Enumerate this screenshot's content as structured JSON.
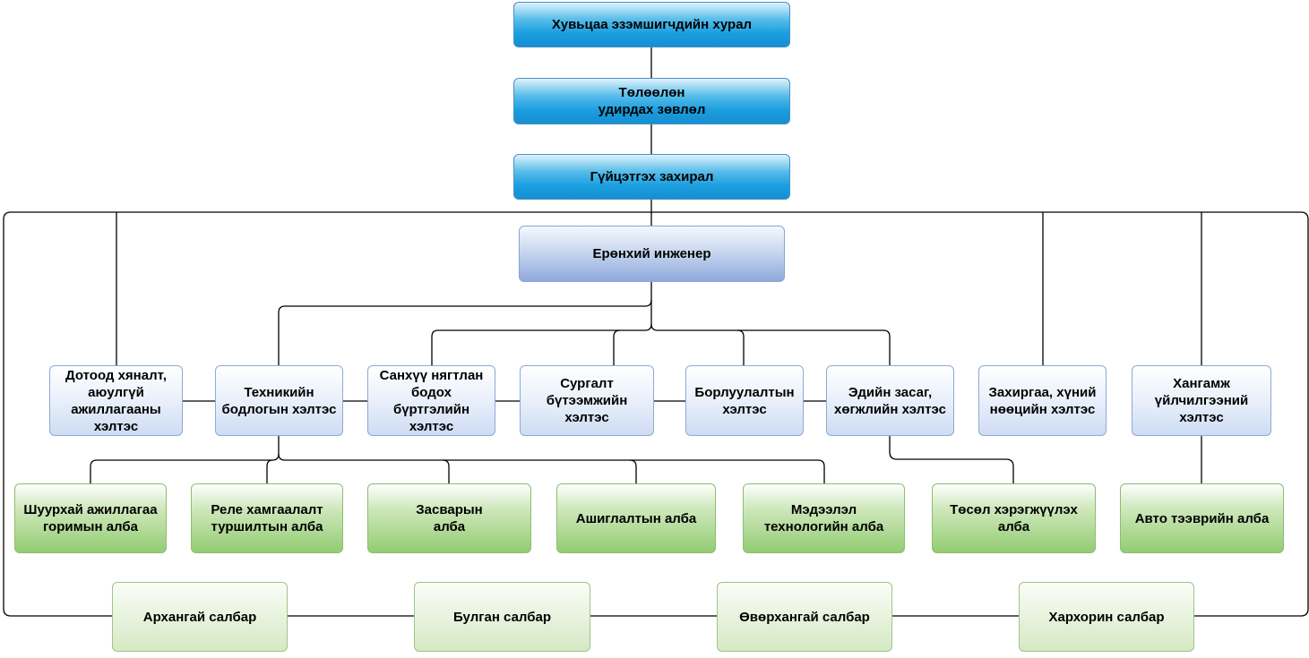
{
  "diagram": {
    "top": {
      "shareholders": "Хувьцаа эзэмшигчдийн хурал",
      "board": "Төлөөлөн удирдах зөвлөл",
      "ceo": "Гүйцэтгэх захирал",
      "chief_engineer": "Ерөнхий инженер"
    },
    "departments": {
      "internal_control": "Дотоод хяналт, аюулгүй ажиллагааны хэлтэс",
      "technical_policy": "Техникийн бодлогын хэлтэс",
      "finance_accounting": "Санхүү нягтлан бодох бүртгэлийн хэлтэс",
      "training": "Сургалт бүтээмжийн хэлтэс",
      "sales": "Борлуулалтын хэлтэс",
      "economics": "Эдийн засаг, хөгжлийн хэлтэс",
      "administration_hr": "Захиргаа, хүний нөөцийн хэлтэс",
      "supply_service": "Хангамж үйлчилгээний хэлтэс"
    },
    "units": {
      "mine_operation": "Шуурхай ажиллагаа горимын алба",
      "relay_protection": "Реле хамгаалалт туршилтын алба",
      "repair": "Засварын алба",
      "operation": "Ашиглалтын алба",
      "it": "Мэдээлэл технологийн алба",
      "project": "Төсөл хэрэгжүүлэх алба",
      "auto_transport": "Авто тээврийн алба"
    },
    "branches": {
      "arkhangai": "Архангай салбар",
      "bulgan": "Булган салбар",
      "uvurkhangai": "Өвөрхангай салбар",
      "kharkhorin": "Хархорин салбар"
    }
  }
}
